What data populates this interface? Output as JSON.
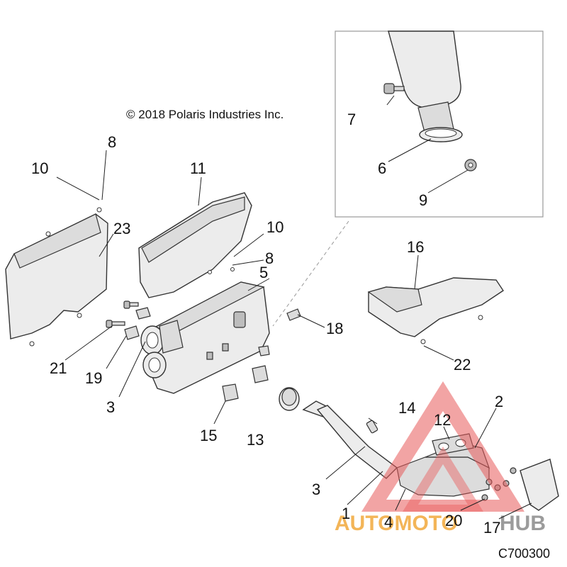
{
  "copyright": "© 2018 Polaris Industries Inc.",
  "drawing_number": "C700300",
  "watermark": {
    "word1": "AUTOMOTO",
    "word2": "HUB",
    "accent_color": "#e85a5a",
    "text_color": "#f2a93b"
  },
  "callouts": {
    "c1": "1",
    "c2": "2",
    "c3a": "3",
    "c3b": "3",
    "c4": "4",
    "c5": "5",
    "c6": "6",
    "c7": "7",
    "c8a": "8",
    "c8b": "8",
    "c9": "9",
    "c10a": "10",
    "c10b": "10",
    "c11": "11",
    "c12": "12",
    "c13": "13",
    "c14": "14",
    "c15": "15",
    "c16": "16",
    "c17": "17",
    "c18": "18",
    "c19": "19",
    "c20": "20",
    "c21": "21",
    "c22": "22",
    "c23": "23"
  }
}
